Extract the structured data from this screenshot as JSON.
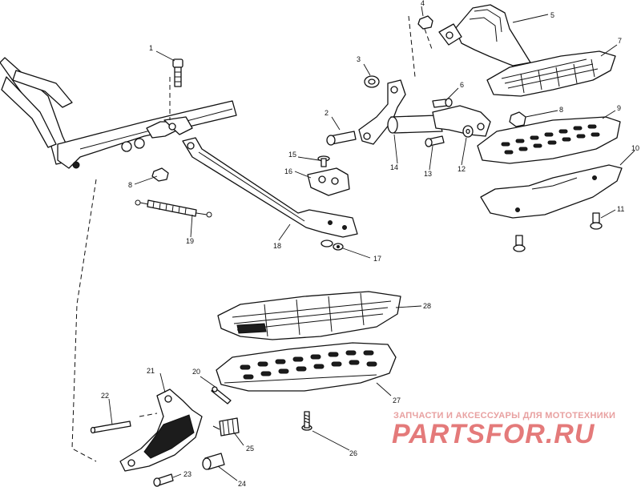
{
  "callouts": [
    "1",
    "2",
    "3",
    "4",
    "5",
    "6",
    "7",
    "8",
    "9",
    "10",
    "11",
    "12",
    "13",
    "14",
    "15",
    "16",
    "17",
    "18",
    "19",
    "20",
    "21",
    "22",
    "23",
    "24",
    "25",
    "26",
    "27",
    "28",
    "8"
  ],
  "watermark": {
    "tagline": "ЗАПЧАСТИ И АКСЕССУАРЫ ДЛЯ МОТОТЕХНИКИ",
    "logo": "PARTSFOR.RU"
  }
}
